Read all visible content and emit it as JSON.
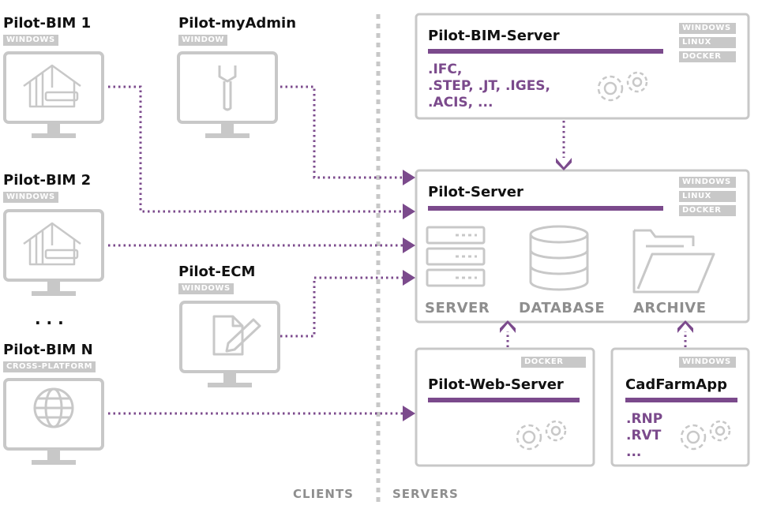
{
  "clients": {
    "bim1": {
      "title": "Pilot-BIM 1",
      "badge": "WINDOWS"
    },
    "myadmin": {
      "title": "Pilot-myAdmin",
      "badge": "WINDOW"
    },
    "bim2": {
      "title": "Pilot-BIM 2",
      "badge": "WINDOWS"
    },
    "ecm": {
      "title": "Pilot-ECM",
      "badge": "WINDOWS"
    },
    "ellipsis": ". . .",
    "bimn": {
      "title": "Pilot-BIM N",
      "badge": "CROSS-PLATFORM"
    }
  },
  "servers": {
    "bim_server": {
      "title": "Pilot-BIM-Server",
      "platforms": [
        "WINDOWS",
        "LINUX",
        "DOCKER"
      ],
      "formats": [
        ".IFC,",
        ".STEP, .JT, .IGES,",
        ".ACIS, ..."
      ]
    },
    "pilot_server": {
      "title": "Pilot-Server",
      "platforms": [
        "WINDOWS",
        "LINUX",
        "DOCKER"
      ],
      "components": [
        "SERVER",
        "DATABASE",
        "ARCHIVE"
      ]
    },
    "web_server": {
      "title": "Pilot-Web-Server",
      "badge": "DOCKER"
    },
    "cadfarm": {
      "title": "CadFarmApp",
      "badge": "WINDOWS",
      "formats": [
        ".RNP",
        ".RVT",
        "..."
      ]
    }
  },
  "footer": {
    "clients": "CLIENTS",
    "servers": "SERVERS"
  },
  "colors": {
    "accent": "#7b4a8c",
    "line_grey": "#c8c8c8",
    "text_grey": "#8e8e8e"
  }
}
